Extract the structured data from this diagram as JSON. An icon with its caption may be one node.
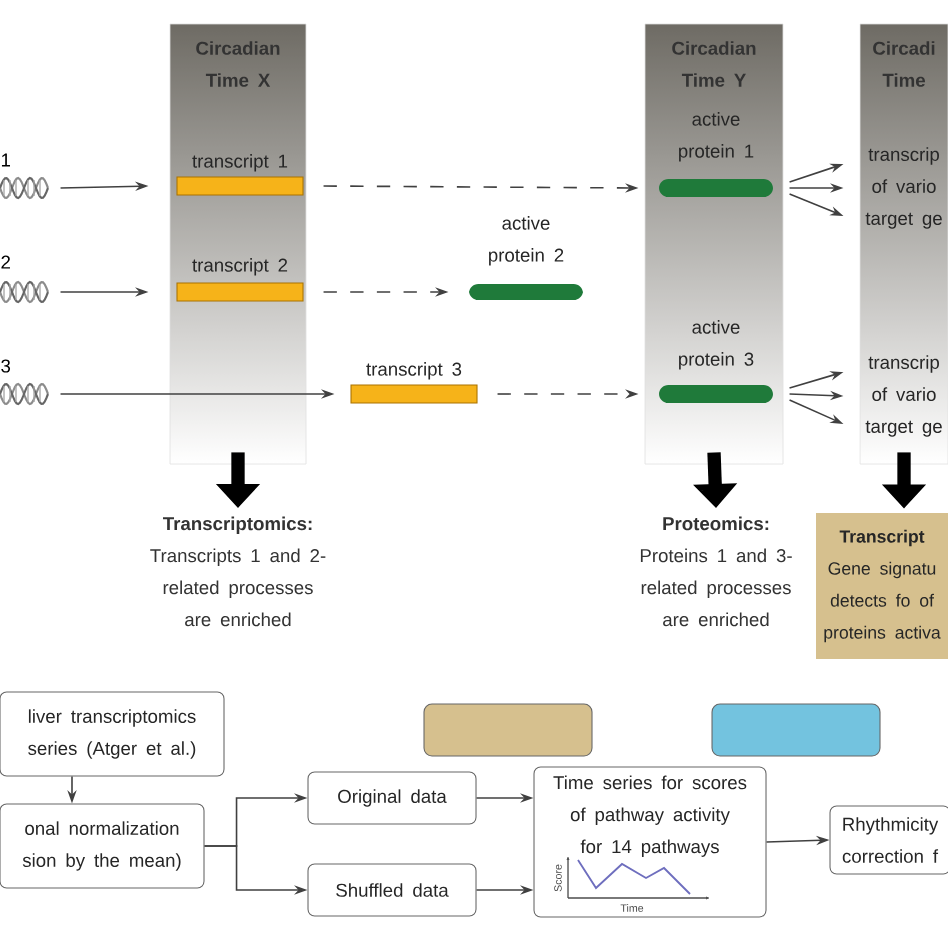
{
  "diagram": {
    "nodes": [
      {
        "text": [
          "Circadian Time X"
        ]
      },
      {
        "text": [
          "Circadian Time Y"
        ]
      },
      {
        "text": [
          "Circadi Time"
        ]
      },
      {
        "text": [],
        "shape": "picture",
        "beside": [
          "1"
        ]
      },
      {
        "text": [],
        "shape": "picture",
        "beside": [
          "2"
        ]
      },
      {
        "text": [],
        "shape": "picture",
        "beside": [
          "3"
        ]
      },
      {
        "text": [
          "transcript 1"
        ],
        "in": 0
      },
      {
        "text": [
          "transcript 2"
        ],
        "in": 0
      },
      {
        "text": [
          "transcript 3"
        ]
      },
      {
        "text": [
          "active protein 2"
        ]
      },
      {
        "text": [
          "active protein 1"
        ],
        "in": 1
      },
      {
        "text": [
          "active protein 3"
        ],
        "in": 1
      },
      {
        "text": [
          "transcrip of vario target ge"
        ],
        "in": 2
      },
      {
        "text": [
          "transcrip of vario target ge"
        ],
        "in": 2
      },
      {
        "text": [
          "Transcriptomics:",
          "Transcripts 1 and 2- related processes are enriched"
        ]
      },
      {
        "text": [
          "Proteomics:",
          "Proteins 1 and 3- related processes are enriched"
        ]
      },
      {
        "text": [
          "Transcript",
          "Gene signatu detects fo of proteins activa"
        ]
      },
      {
        "text": [
          "liver transcriptomics series (Atger et al.)"
        ]
      },
      {
        "text": [
          "onal normalization sion by the mean)"
        ]
      },
      {
        "text": [],
        "shape": "box"
      },
      {
        "text": [],
        "shape": "box"
      },
      {
        "text": [
          "Original data"
        ]
      },
      {
        "text": [
          "Shuffled data"
        ]
      },
      {
        "text": [
          "Time series for scores of pathway activity for 14 pathways"
        ]
      },
      {
        "text": [
          "Rhythmicity correction f"
        ]
      }
    ],
    "edges": [
      {
        "from": 3,
        "to": 6,
        "arrow": "to"
      },
      {
        "from": 4,
        "to": 7,
        "arrow": "to"
      },
      {
        "from": 5,
        "to": 8,
        "arrow": "to"
      },
      {
        "from": 6,
        "to": 10,
        "arrow": "to",
        "style": "dashed"
      },
      {
        "from": 7,
        "to": 9,
        "arrow": "to",
        "style": "dashed"
      },
      {
        "from": 8,
        "to": 11,
        "arrow": "to",
        "style": "dashed"
      },
      {
        "from": 10,
        "to": 12,
        "arrow": "to"
      },
      {
        "from": 10,
        "to": 12,
        "arrow": "to"
      },
      {
        "from": 10,
        "to": 12,
        "arrow": "to"
      },
      {
        "from": 11,
        "to": 13,
        "arrow": "to"
      },
      {
        "from": 11,
        "to": 13,
        "arrow": "to"
      },
      {
        "from": 11,
        "to": 13,
        "arrow": "to"
      },
      {
        "from": 0,
        "to": 14,
        "arrow": "to",
        "style": "thick"
      },
      {
        "from": 1,
        "to": 15,
        "arrow": "to",
        "style": "thick"
      },
      {
        "from": 2,
        "to": 16,
        "arrow": "to",
        "style": "thick"
      },
      {
        "from": 17,
        "to": 18,
        "arrow": "to"
      },
      {
        "from": 18,
        "to": 21,
        "arrow": "to"
      },
      {
        "from": 18,
        "to": 22,
        "arrow": "to"
      },
      {
        "from": 21,
        "to": 23,
        "arrow": "to"
      },
      {
        "from": 22,
        "to": 23,
        "arrow": "to"
      },
      {
        "from": 23,
        "to": 24,
        "arrow": "to"
      }
    ],
    "labels": [
      "Score",
      "Time"
    ]
  }
}
